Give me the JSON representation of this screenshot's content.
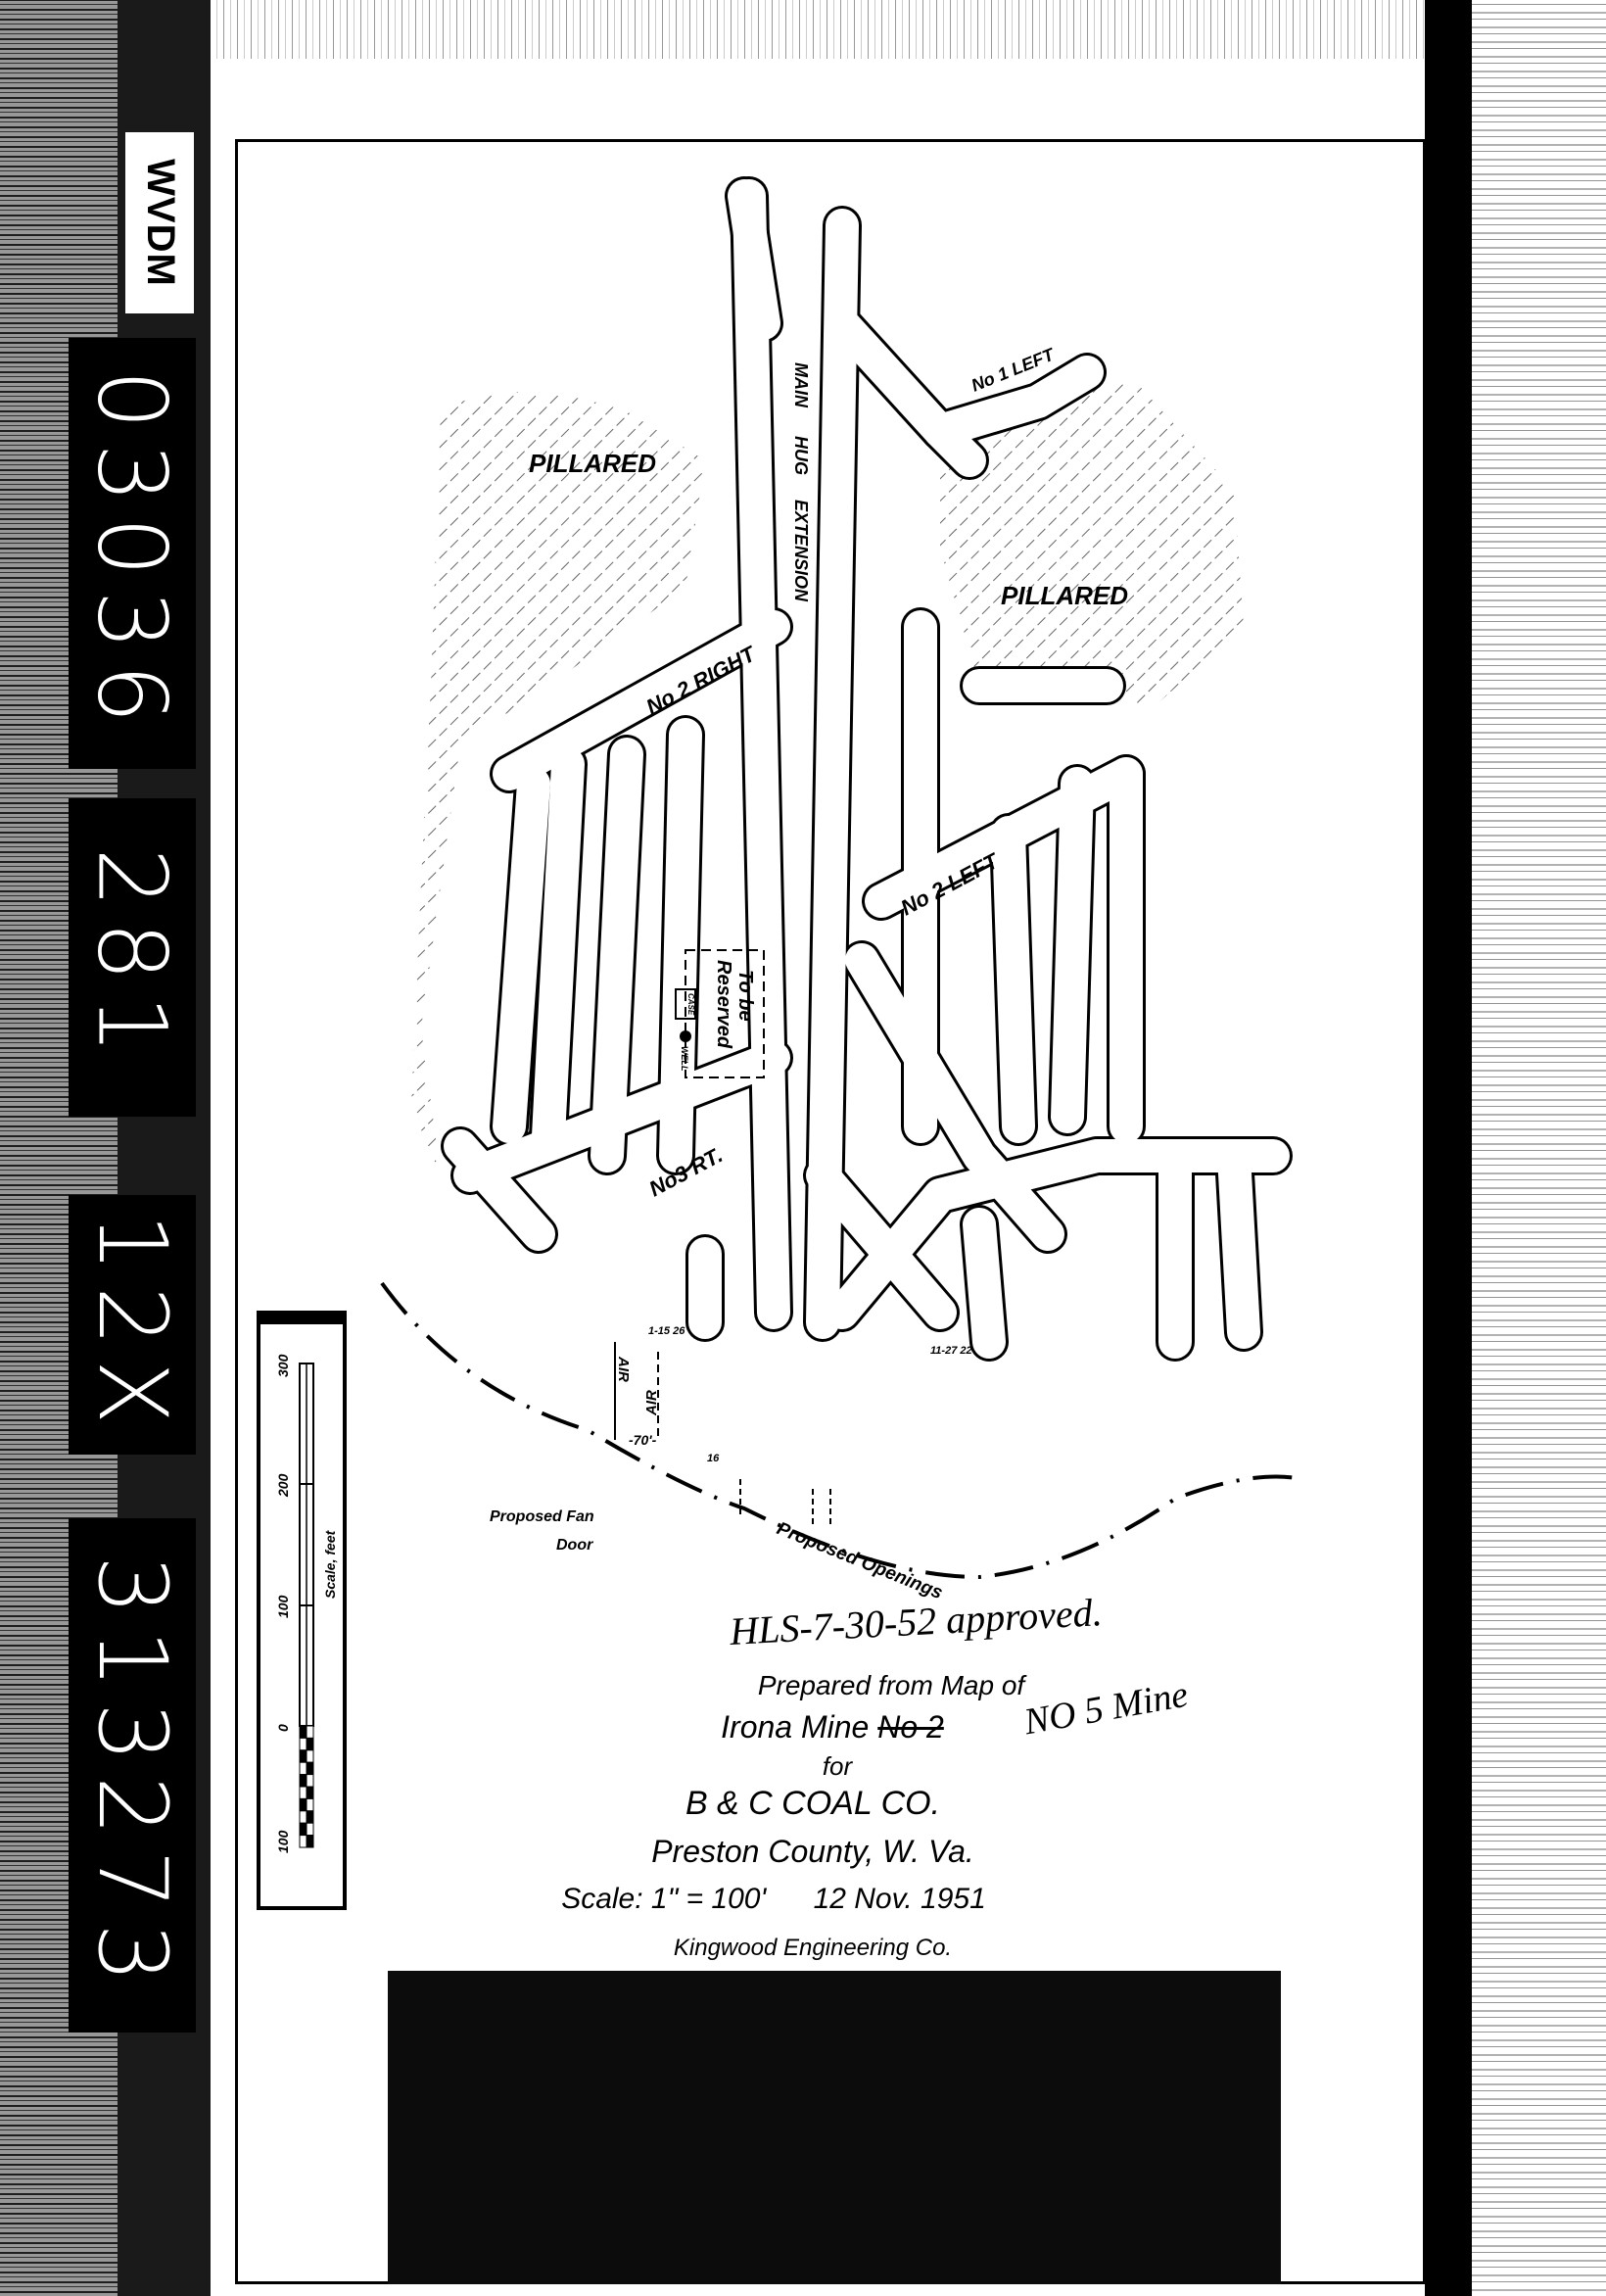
{
  "sidebar_id": {
    "agency": "WVDM",
    "numbers": [
      "03036",
      "281",
      "12X",
      "313273"
    ]
  },
  "map": {
    "labels": {
      "pillared_left": "PILLARED",
      "pillared_right": "PILLARED",
      "main_hug_extension": [
        "MAIN",
        "HUG",
        "EXTENSION"
      ],
      "no1": "No 1 LEFT",
      "no2_right": "No 2 RIGHT",
      "no2_left": "No 2 LEFT",
      "no3_rt": "No3 RT.",
      "to_be_reserved": [
        "To be",
        "Reserved"
      ],
      "well": "WELL",
      "case": "CASE",
      "date_left": "1-15 26",
      "date_right": "11-27 22",
      "air_1": "AIR",
      "air_2": "AIR",
      "dim_70": "-70'-",
      "dim_16": "16",
      "proposed_fan": "Proposed Fan",
      "door": "Door",
      "proposed_openings": "Proposed Openings"
    }
  },
  "scale_bar": {
    "ticks": [
      "100",
      "0",
      "100",
      "200",
      "300"
    ],
    "label": "Scale, feet"
  },
  "title_block": {
    "approval": "HLS-7-30-52 approved.",
    "line1": "Prepared from Map of",
    "mine_name": "Irona Mine",
    "struck": "No 2",
    "correction": "NO 5 Mine",
    "for": "for",
    "company": "B & C COAL CO.",
    "county": "Preston County, W. Va.",
    "scale": "Scale: 1\" = 100'",
    "date": "12 Nov. 1951",
    "engineer": "Kingwood Engineering Co."
  }
}
